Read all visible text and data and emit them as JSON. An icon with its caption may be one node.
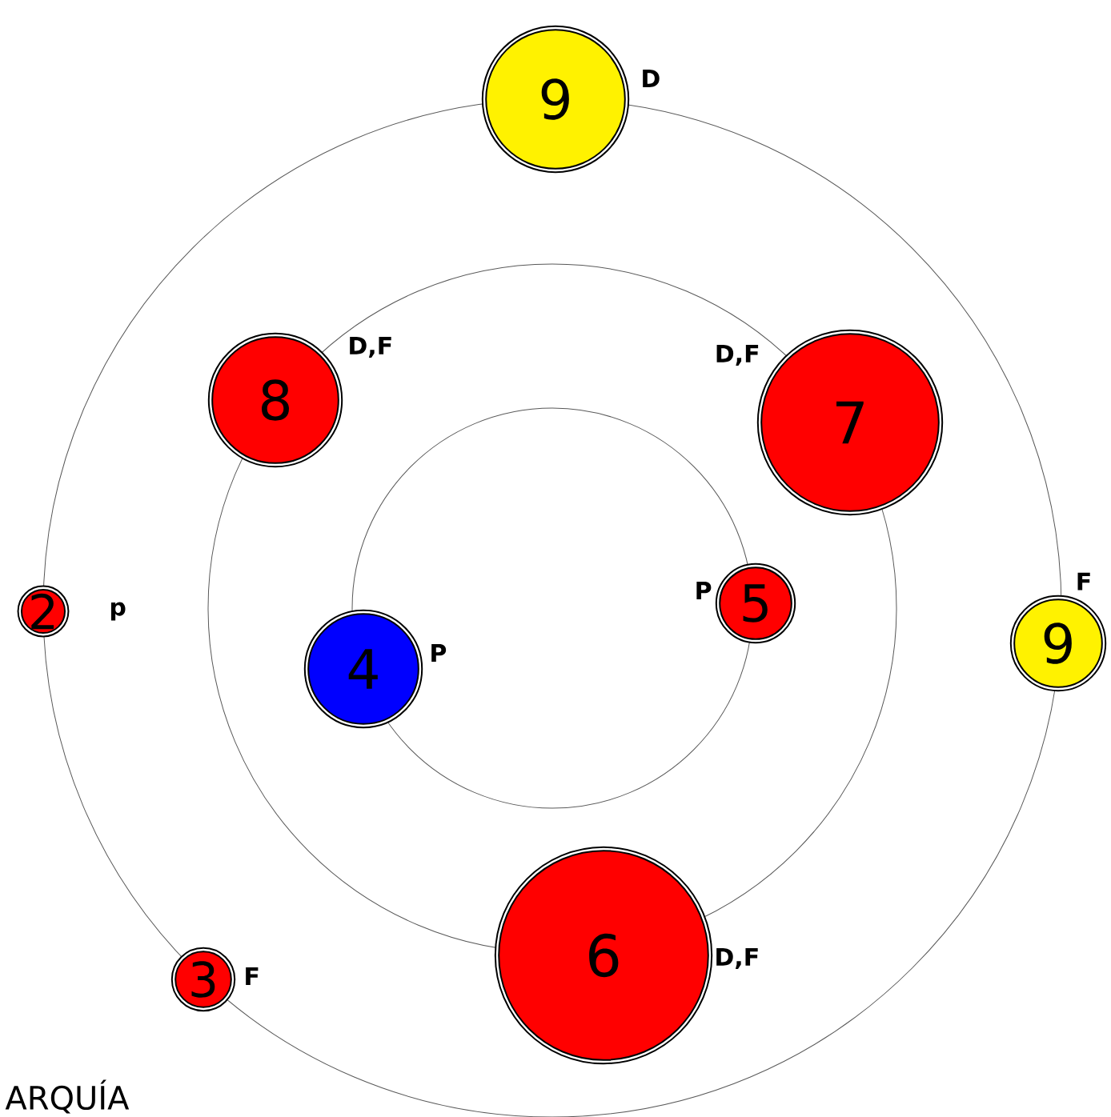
{
  "diagram": {
    "nodes": [
      {
        "text": [
          "9"
        ],
        "beside": [
          "D"
        ]
      },
      {
        "text": [
          "8"
        ],
        "beside": [
          "D,F"
        ]
      },
      {
        "text": [
          "7"
        ],
        "beside": [
          "D,F"
        ]
      },
      {
        "text": [
          "2"
        ],
        "beside": [
          "p"
        ]
      },
      {
        "text": [
          "4"
        ],
        "beside": [
          "P"
        ]
      },
      {
        "text": [
          "5"
        ],
        "beside": [
          "P"
        ]
      },
      {
        "text": [
          "9"
        ],
        "beside": [
          "F"
        ]
      },
      {
        "text": [
          "6"
        ],
        "beside": [
          "D,F"
        ]
      },
      {
        "text": [
          "3"
        ],
        "beside": [
          "F"
        ]
      }
    ],
    "labels": [
      "ARQUÍA"
    ]
  }
}
